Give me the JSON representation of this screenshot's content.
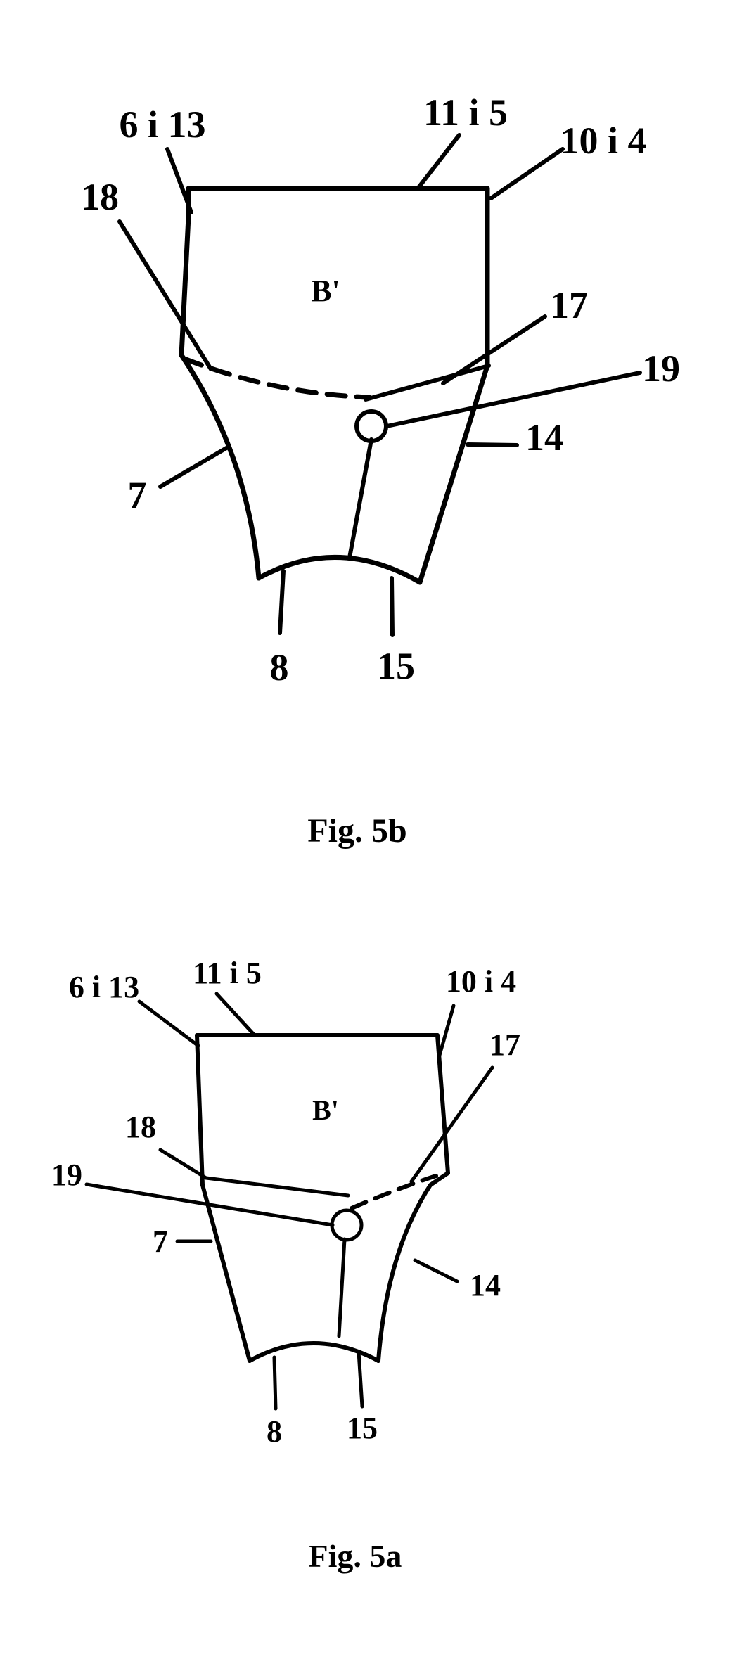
{
  "figures": [
    {
      "caption": "Fig. 5b",
      "center_label": "B'",
      "labels": {
        "l_6i13": "6 i 13",
        "l_11i5": "11 i 5",
        "l_10i4": "10 i 4",
        "l_18": "18",
        "l_17": "17",
        "l_19": "19",
        "l_14": "14",
        "l_7": "7",
        "l_8": "8",
        "l_15": "15"
      }
    },
    {
      "caption": "Fig. 5a",
      "center_label": "B'",
      "labels": {
        "l_6i13": "6 i 13",
        "l_11i5": "11 i 5",
        "l_10i4": "10 i 4",
        "l_17": "17",
        "l_18": "18",
        "l_19": "19",
        "l_7": "7",
        "l_14": "14",
        "l_8": "8",
        "l_15": "15"
      }
    }
  ]
}
